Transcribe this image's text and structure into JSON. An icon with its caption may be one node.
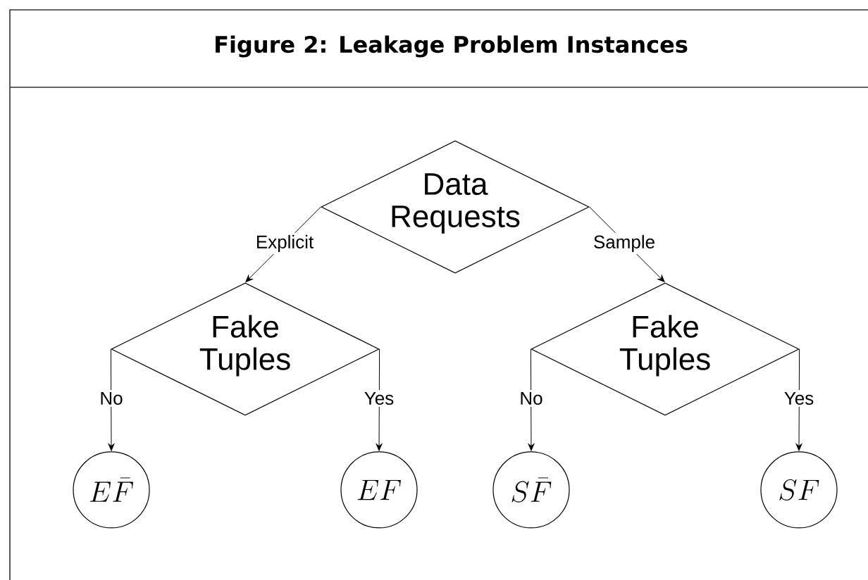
{
  "diagram": {
    "title": "Figure 2: Leakage Problem Instances",
    "nodes": [
      {
        "text": [
          "Data Requests"
        ]
      },
      {
        "text": [
          "Fake Tuples"
        ]
      },
      {
        "text": [
          "Fake Tuples"
        ]
      },
      {
        "text": [
          "E\\bar{F}"
        ]
      },
      {
        "text": [
          "EF"
        ]
      },
      {
        "text": [
          "S\\bar{F}"
        ]
      },
      {
        "text": [
          "SF"
        ]
      }
    ],
    "edges": [
      {
        "from": 0,
        "to": 1,
        "arrow": "to",
        "label": "Explicit"
      },
      {
        "from": 0,
        "to": 2,
        "arrow": "to",
        "label": "Sample"
      },
      {
        "from": 1,
        "to": 3,
        "arrow": "to",
        "label": "No"
      },
      {
        "from": 1,
        "to": 4,
        "arrow": "to",
        "label": "Yes"
      },
      {
        "from": 2,
        "to": 5,
        "arrow": "to",
        "label": "No"
      },
      {
        "from": 2,
        "to": 6,
        "arrow": "to",
        "label": "Yes"
      }
    ]
  }
}
